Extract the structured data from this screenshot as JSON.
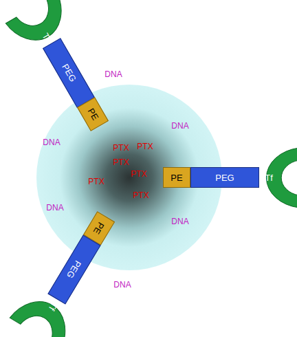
{
  "diagram": {
    "nodes": [
      {
        "text": [
          "Tf"
        ]
      },
      {
        "text": [
          "PEG"
        ]
      },
      {
        "text": [
          "PE"
        ]
      },
      {
        "text": [
          "PE"
        ]
      },
      {
        "text": [
          "PEG"
        ]
      },
      {
        "text": [
          "Tf"
        ]
      },
      {
        "text": [
          "PE"
        ]
      },
      {
        "text": [
          "PEG"
        ]
      },
      {
        "text": [
          "Tf"
        ]
      }
    ],
    "labels": [
      "DNA",
      "DNA",
      "PTX",
      "PTX",
      "DNA",
      "PTX",
      "PTX",
      "PTX",
      "PTX",
      "DNA",
      "DNA",
      "DNA"
    ]
  }
}
